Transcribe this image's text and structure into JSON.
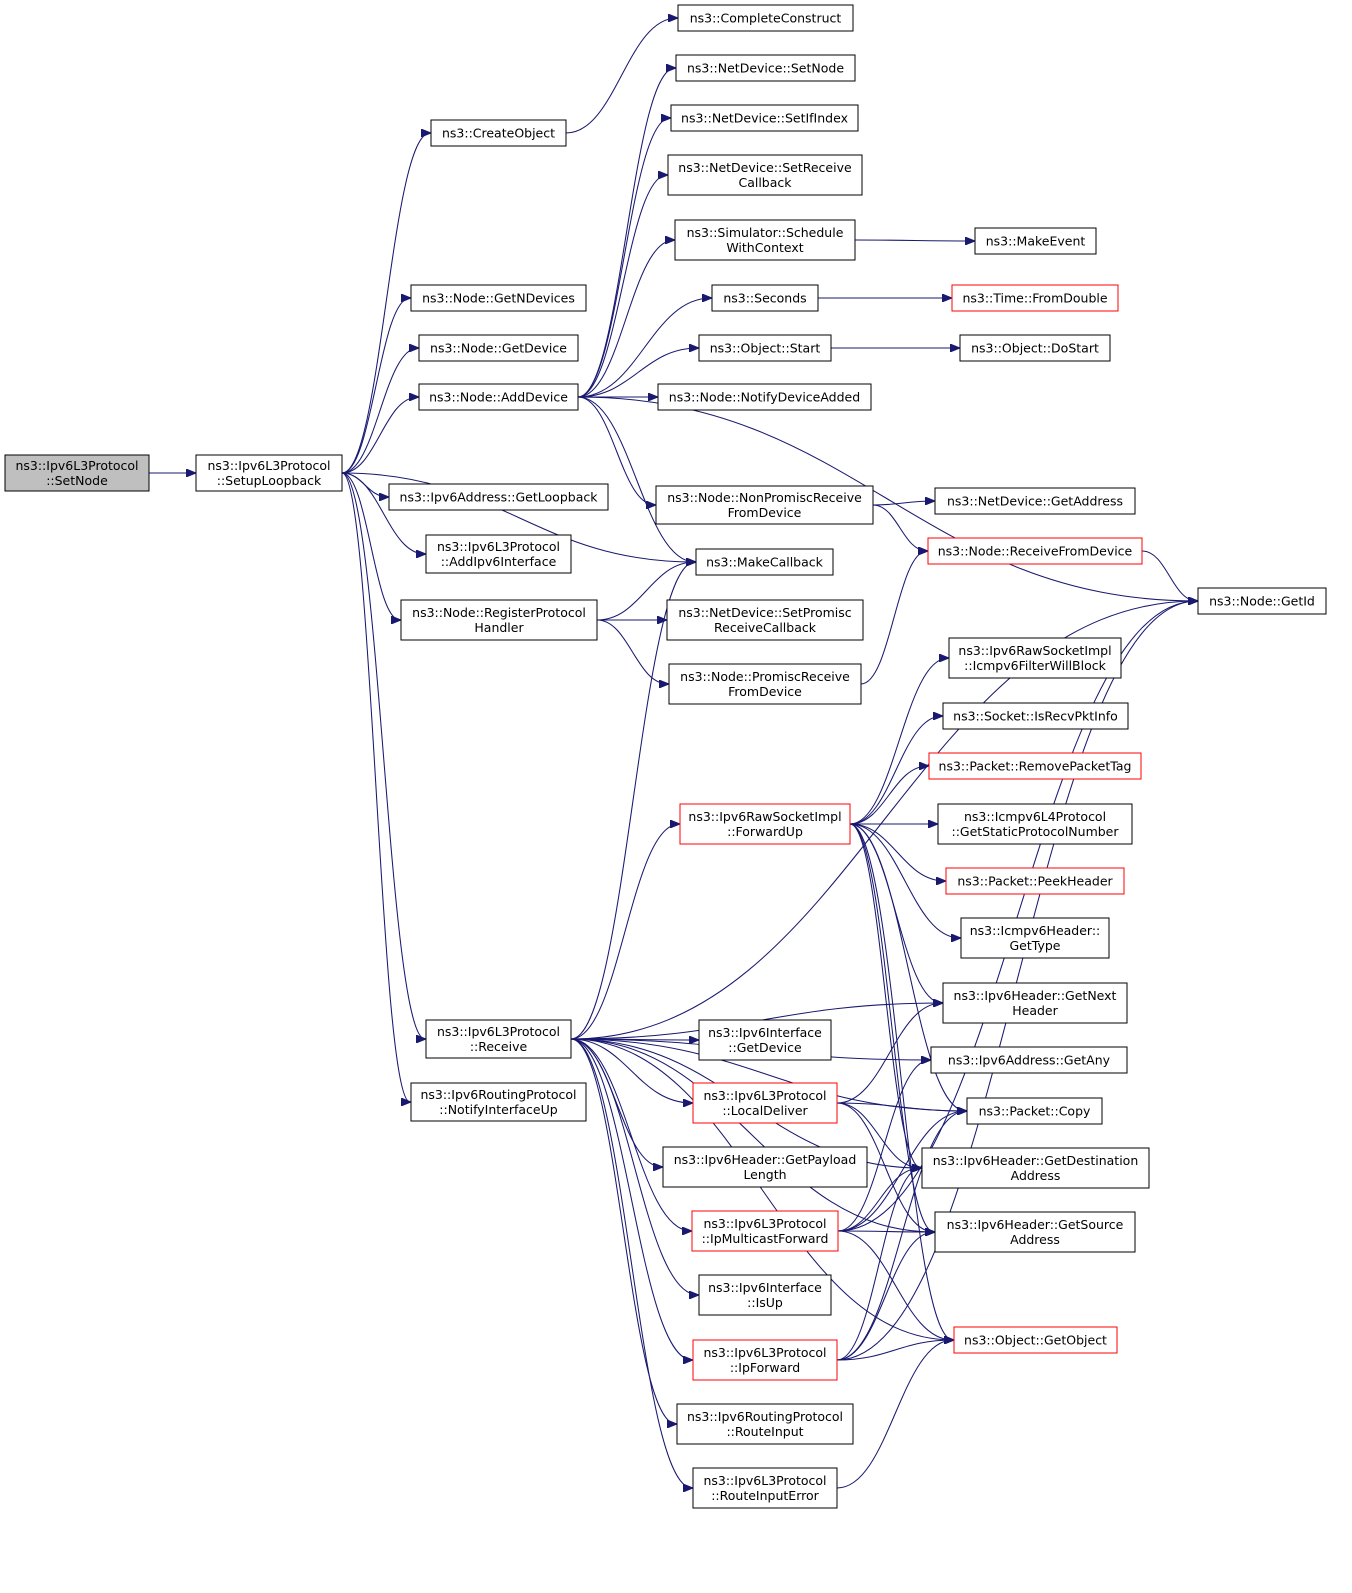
{
  "nodes": [
    {
      "id": "n_setnode",
      "lines": [
        "ns3::Ipv6L3Protocol",
        "::SetNode"
      ],
      "style": "root"
    },
    {
      "id": "n_setuploopback",
      "lines": [
        "ns3::Ipv6L3Protocol",
        "::SetupLoopback"
      ],
      "style": "normal"
    },
    {
      "id": "n_createobject",
      "lines": [
        "ns3::CreateObject"
      ],
      "style": "normal"
    },
    {
      "id": "n_completeconstruct",
      "lines": [
        "ns3::CompleteConstruct"
      ],
      "style": "normal"
    },
    {
      "id": "n_getndevices",
      "lines": [
        "ns3::Node::GetNDevices"
      ],
      "style": "normal"
    },
    {
      "id": "n_getdevice",
      "lines": [
        "ns3::Node::GetDevice"
      ],
      "style": "normal"
    },
    {
      "id": "n_adddevice",
      "lines": [
        "ns3::Node::AddDevice"
      ],
      "style": "normal"
    },
    {
      "id": "n_getloopback",
      "lines": [
        "ns3::Ipv6Address::GetLoopback"
      ],
      "style": "normal"
    },
    {
      "id": "n_addipv6interface",
      "lines": [
        "ns3::Ipv6L3Protocol",
        "::AddIpv6Interface"
      ],
      "style": "normal"
    },
    {
      "id": "n_registerprotocol",
      "lines": [
        "ns3::Node::RegisterProtocol",
        "Handler"
      ],
      "style": "normal"
    },
    {
      "id": "n_receive",
      "lines": [
        "ns3::Ipv6L3Protocol",
        "::Receive"
      ],
      "style": "normal"
    },
    {
      "id": "n_notifyinterfaceup",
      "lines": [
        "ns3::Ipv6RoutingProtocol",
        "::NotifyInterfaceUp"
      ],
      "style": "normal"
    },
    {
      "id": "n_nd_setnode",
      "lines": [
        "ns3::NetDevice::SetNode"
      ],
      "style": "normal"
    },
    {
      "id": "n_nd_setifindex",
      "lines": [
        "ns3::NetDevice::SetIfIndex"
      ],
      "style": "normal"
    },
    {
      "id": "n_nd_setreceivecallback",
      "lines": [
        "ns3::NetDevice::SetReceive",
        "Callback"
      ],
      "style": "normal"
    },
    {
      "id": "n_schedulewithcontext",
      "lines": [
        "ns3::Simulator::Schedule",
        "WithContext"
      ],
      "style": "normal"
    },
    {
      "id": "n_seconds",
      "lines": [
        "ns3::Seconds"
      ],
      "style": "normal"
    },
    {
      "id": "n_objectstart",
      "lines": [
        "ns3::Object::Start"
      ],
      "style": "normal"
    },
    {
      "id": "n_notifydeviceadded",
      "lines": [
        "ns3::Node::NotifyDeviceAdded"
      ],
      "style": "normal"
    },
    {
      "id": "n_nonpromiscreceive",
      "lines": [
        "ns3::Node::NonPromiscReceive",
        "FromDevice"
      ],
      "style": "normal"
    },
    {
      "id": "n_makecallback",
      "lines": [
        "ns3::MakeCallback"
      ],
      "style": "normal"
    },
    {
      "id": "n_setpromiscreceivecallback",
      "lines": [
        "ns3::NetDevice::SetPromisc",
        "ReceiveCallback"
      ],
      "style": "normal"
    },
    {
      "id": "n_promiscreceive",
      "lines": [
        "ns3::Node::PromiscReceive",
        "FromDevice"
      ],
      "style": "normal"
    },
    {
      "id": "n_makeevent",
      "lines": [
        "ns3::MakeEvent"
      ],
      "style": "normal"
    },
    {
      "id": "n_fromdouble",
      "lines": [
        "ns3::Time::FromDouble"
      ],
      "style": "red"
    },
    {
      "id": "n_dostart",
      "lines": [
        "ns3::Object::DoStart"
      ],
      "style": "normal"
    },
    {
      "id": "n_nd_getaddress",
      "lines": [
        "ns3::NetDevice::GetAddress"
      ],
      "style": "normal"
    },
    {
      "id": "n_receivefromdevice",
      "lines": [
        "ns3::Node::ReceiveFromDevice"
      ],
      "style": "red"
    },
    {
      "id": "n_getid",
      "lines": [
        "ns3::Node::GetId"
      ],
      "style": "normal"
    },
    {
      "id": "n_forwardup",
      "lines": [
        "ns3::Ipv6RawSocketImpl",
        "::ForwardUp"
      ],
      "style": "red"
    },
    {
      "id": "n_filterwillblock",
      "lines": [
        "ns3::Ipv6RawSocketImpl",
        "::Icmpv6FilterWillBlock"
      ],
      "style": "normal"
    },
    {
      "id": "n_isrecvpktinfo",
      "lines": [
        "ns3::Socket::IsRecvPktInfo"
      ],
      "style": "normal"
    },
    {
      "id": "n_removepackettag",
      "lines": [
        "ns3::Packet::RemovePacketTag"
      ],
      "style": "red"
    },
    {
      "id": "n_getstaticprotocolnumber",
      "lines": [
        "ns3::Icmpv6L4Protocol",
        "::GetStaticProtocolNumber"
      ],
      "style": "normal"
    },
    {
      "id": "n_peekheader",
      "lines": [
        "ns3::Packet::PeekHeader"
      ],
      "style": "red"
    },
    {
      "id": "n_icmpgettype",
      "lines": [
        "ns3::Icmpv6Header::",
        "GetType"
      ],
      "style": "normal"
    },
    {
      "id": "n_getnextheader",
      "lines": [
        "ns3::Ipv6Header::GetNext",
        "Header"
      ],
      "style": "normal"
    },
    {
      "id": "n_getany",
      "lines": [
        "ns3::Ipv6Address::GetAny"
      ],
      "style": "normal"
    },
    {
      "id": "n_packetcopy",
      "lines": [
        "ns3::Packet::Copy"
      ],
      "style": "normal"
    },
    {
      "id": "n_getdestination",
      "lines": [
        "ns3::Ipv6Header::GetDestination",
        "Address"
      ],
      "style": "normal"
    },
    {
      "id": "n_getsource",
      "lines": [
        "ns3::Ipv6Header::GetSource",
        "Address"
      ],
      "style": "normal"
    },
    {
      "id": "n_getobject",
      "lines": [
        "ns3::Object::GetObject"
      ],
      "style": "red"
    },
    {
      "id": "n_if_getdevice",
      "lines": [
        "ns3::Ipv6Interface",
        "::GetDevice"
      ],
      "style": "normal"
    },
    {
      "id": "n_localdeliver",
      "lines": [
        "ns3::Ipv6L3Protocol",
        "::LocalDeliver"
      ],
      "style": "red"
    },
    {
      "id": "n_getpayloadlength",
      "lines": [
        "ns3::Ipv6Header::GetPayload",
        "Length"
      ],
      "style": "normal"
    },
    {
      "id": "n_ipmulticastforward",
      "lines": [
        "ns3::Ipv6L3Protocol",
        "::IpMulticastForward"
      ],
      "style": "red"
    },
    {
      "id": "n_if_isup",
      "lines": [
        "ns3::Ipv6Interface",
        "::IsUp"
      ],
      "style": "normal"
    },
    {
      "id": "n_ipforward",
      "lines": [
        "ns3::Ipv6L3Protocol",
        "::IpForward"
      ],
      "style": "red"
    },
    {
      "id": "n_routeinput",
      "lines": [
        "ns3::Ipv6RoutingProtocol",
        "::RouteInput"
      ],
      "style": "normal"
    },
    {
      "id": "n_routeinputerror",
      "lines": [
        "ns3::Ipv6L3Protocol",
        "::RouteInputError"
      ],
      "style": "normal"
    }
  ],
  "edges": [
    [
      "n_setnode",
      "n_setuploopback"
    ],
    [
      "n_setuploopback",
      "n_createobject"
    ],
    [
      "n_setuploopback",
      "n_getndevices"
    ],
    [
      "n_setuploopback",
      "n_getdevice"
    ],
    [
      "n_setuploopback",
      "n_adddevice"
    ],
    [
      "n_setuploopback",
      "n_getloopback"
    ],
    [
      "n_setuploopback",
      "n_addipv6interface"
    ],
    [
      "n_setuploopback",
      "n_registerprotocol"
    ],
    [
      "n_setuploopback",
      "n_makecallback"
    ],
    [
      "n_setuploopback",
      "n_receive"
    ],
    [
      "n_setuploopback",
      "n_notifyinterfaceup"
    ],
    [
      "n_createobject",
      "n_completeconstruct"
    ],
    [
      "n_adddevice",
      "n_nd_setnode"
    ],
    [
      "n_adddevice",
      "n_nd_setifindex"
    ],
    [
      "n_adddevice",
      "n_nd_setreceivecallback"
    ],
    [
      "n_adddevice",
      "n_schedulewithcontext"
    ],
    [
      "n_adddevice",
      "n_seconds"
    ],
    [
      "n_adddevice",
      "n_objectstart"
    ],
    [
      "n_adddevice",
      "n_notifydeviceadded"
    ],
    [
      "n_adddevice",
      "n_getid"
    ],
    [
      "n_adddevice",
      "n_nonpromiscreceive"
    ],
    [
      "n_adddevice",
      "n_makecallback"
    ],
    [
      "n_schedulewithcontext",
      "n_makeevent"
    ],
    [
      "n_seconds",
      "n_fromdouble"
    ],
    [
      "n_objectstart",
      "n_dostart"
    ],
    [
      "n_nonpromiscreceive",
      "n_nd_getaddress"
    ],
    [
      "n_nonpromiscreceive",
      "n_receivefromdevice"
    ],
    [
      "n_receivefromdevice",
      "n_getid"
    ],
    [
      "n_registerprotocol",
      "n_makecallback"
    ],
    [
      "n_registerprotocol",
      "n_setpromiscreceivecallback"
    ],
    [
      "n_registerprotocol",
      "n_promiscreceive"
    ],
    [
      "n_promiscreceive",
      "n_receivefromdevice"
    ],
    [
      "n_receive",
      "n_makecallback"
    ],
    [
      "n_receive",
      "n_getid"
    ],
    [
      "n_receive",
      "n_forwardup"
    ],
    [
      "n_receive",
      "n_getnextheader"
    ],
    [
      "n_receive",
      "n_getany"
    ],
    [
      "n_receive",
      "n_packetcopy"
    ],
    [
      "n_receive",
      "n_if_getdevice"
    ],
    [
      "n_receive",
      "n_localdeliver"
    ],
    [
      "n_receive",
      "n_getpayloadlength"
    ],
    [
      "n_receive",
      "n_getdestination"
    ],
    [
      "n_receive",
      "n_ipmulticastforward"
    ],
    [
      "n_receive",
      "n_getsource"
    ],
    [
      "n_receive",
      "n_if_isup"
    ],
    [
      "n_receive",
      "n_ipforward"
    ],
    [
      "n_receive",
      "n_routeinput"
    ],
    [
      "n_receive",
      "n_routeinputerror"
    ],
    [
      "n_receive",
      "n_getobject"
    ],
    [
      "n_forwardup",
      "n_filterwillblock"
    ],
    [
      "n_forwardup",
      "n_isrecvpktinfo"
    ],
    [
      "n_forwardup",
      "n_removepackettag"
    ],
    [
      "n_forwardup",
      "n_getstaticprotocolnumber"
    ],
    [
      "n_forwardup",
      "n_peekheader"
    ],
    [
      "n_forwardup",
      "n_icmpgettype"
    ],
    [
      "n_forwardup",
      "n_getnextheader"
    ],
    [
      "n_forwardup",
      "n_packetcopy"
    ],
    [
      "n_forwardup",
      "n_getdestination"
    ],
    [
      "n_forwardup",
      "n_getsource"
    ],
    [
      "n_forwardup",
      "n_getobject"
    ],
    [
      "n_localdeliver",
      "n_getnextheader"
    ],
    [
      "n_localdeliver",
      "n_packetcopy"
    ],
    [
      "n_localdeliver",
      "n_getdestination"
    ],
    [
      "n_localdeliver",
      "n_getsource"
    ],
    [
      "n_ipmulticastforward",
      "n_getany"
    ],
    [
      "n_ipmulticastforward",
      "n_packetcopy"
    ],
    [
      "n_ipmulticastforward",
      "n_getdestination"
    ],
    [
      "n_ipmulticastforward",
      "n_getsource"
    ],
    [
      "n_ipmulticastforward",
      "n_getid"
    ],
    [
      "n_ipmulticastforward",
      "n_getobject"
    ],
    [
      "n_ipforward",
      "n_packetcopy"
    ],
    [
      "n_ipforward",
      "n_getdestination"
    ],
    [
      "n_ipforward",
      "n_getsource"
    ],
    [
      "n_ipforward",
      "n_getobject"
    ],
    [
      "n_ipforward",
      "n_getid"
    ],
    [
      "n_routeinputerror",
      "n_getobject"
    ]
  ]
}
